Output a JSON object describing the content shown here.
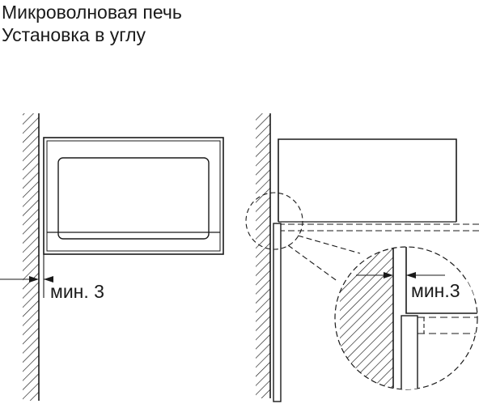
{
  "title": {
    "line1": "Микроволновая печь",
    "line2": "Установка в углу"
  },
  "left_view": {
    "dimension_label": "мин. 3"
  },
  "detail_view": {
    "dimension_label": "мин.3"
  },
  "colors": {
    "line": "#1a1a1a",
    "background": "#ffffff"
  }
}
